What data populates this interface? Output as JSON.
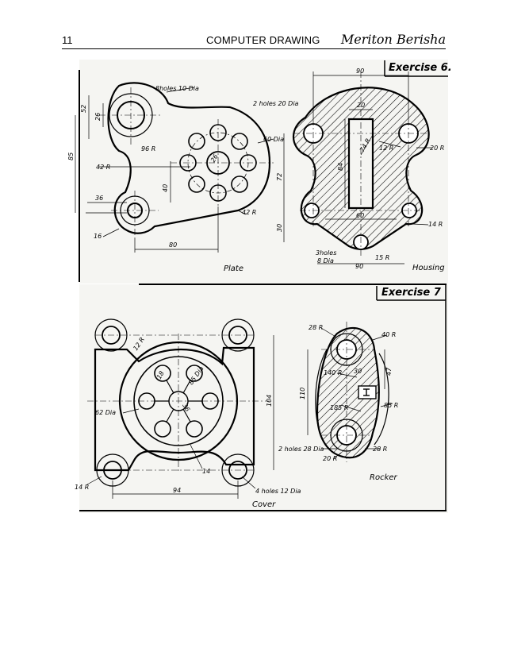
{
  "header": {
    "page_number": "11",
    "title": "COMPUTER DRAWING",
    "author": "Meriton Berisha"
  },
  "exercise6": {
    "heading": "Exercise 6.",
    "plate": {
      "caption": "Plate",
      "labels": {
        "holes8": "8holes 10 Dia",
        "d52": "52",
        "d26": "26",
        "d85": "85",
        "r96": "96 R",
        "r42": "42 R",
        "d40": "40",
        "d36": "36",
        "d16": "16",
        "d80": "80",
        "d60dia": "60 Dia",
        "d26b": "26",
        "r42b": "42 R"
      }
    },
    "housing": {
      "caption": "Housing",
      "labels": {
        "d90top": "90",
        "holes2": "2 holes 20 Dia",
        "d20": "20",
        "r74": "74 R",
        "r12": "12 R",
        "r20": "20 R",
        "d72": "72",
        "d84": "84",
        "d60": "60",
        "d30": "30",
        "r14": "14 R",
        "holes3": "3holes",
        "dia8": "8 Dia",
        "r15": "15 R",
        "d90bot": "90"
      }
    }
  },
  "exercise7": {
    "heading": "Exercise 7",
    "cover": {
      "caption": "Cover",
      "labels": {
        "r12": "12 R",
        "dia85": "85 Dia",
        "d18": "18",
        "dia62": "62 Dia",
        "d36": "36",
        "d104": "104",
        "d14": "14",
        "r14": "14 R",
        "d94": "94",
        "holes4": "4 holes 12 Dia"
      }
    },
    "rocker": {
      "caption": "Rocker",
      "labels": {
        "r28top": "28 R",
        "r40": "40 R",
        "r140": "140 R",
        "d30": "30",
        "d47": "47",
        "d110": "110",
        "r185": "185 R",
        "r85": "85 R",
        "holes2": "2 holes 28 Dia",
        "r20": "20 R",
        "r28bot": "28 R"
      }
    }
  }
}
